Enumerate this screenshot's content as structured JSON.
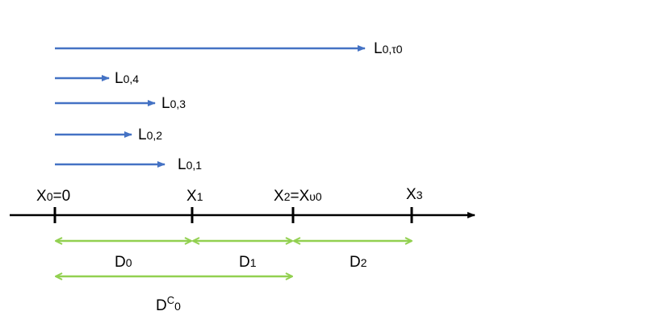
{
  "diagram": {
    "colors": {
      "label_arrow": "#4472C4",
      "distance_arrow": "#92D050",
      "axis": "#000000",
      "text": "#000000"
    },
    "label_arrows": [
      {
        "main": "L",
        "sub": "0,τ0"
      },
      {
        "main": "L",
        "sub": "0,4"
      },
      {
        "main": "L",
        "sub": "0,3"
      },
      {
        "main": "L",
        "sub": "0,2"
      },
      {
        "main": "L",
        "sub": "0,1"
      }
    ],
    "axis_points": [
      {
        "main": "X",
        "sub": "0",
        "rest": "=0"
      },
      {
        "main": "X",
        "sub": "1",
        "rest": ""
      },
      {
        "main": "X",
        "sub": "2",
        "rest": "=X",
        "sub2": "υ0"
      },
      {
        "main": "X",
        "sub": "3",
        "rest": ""
      }
    ],
    "distances": [
      {
        "main": "D",
        "sub": "0"
      },
      {
        "main": "D",
        "sub": "1"
      },
      {
        "main": "D",
        "sub": "2"
      },
      {
        "main": "D",
        "sup": "C",
        "sub": "0"
      }
    ]
  }
}
